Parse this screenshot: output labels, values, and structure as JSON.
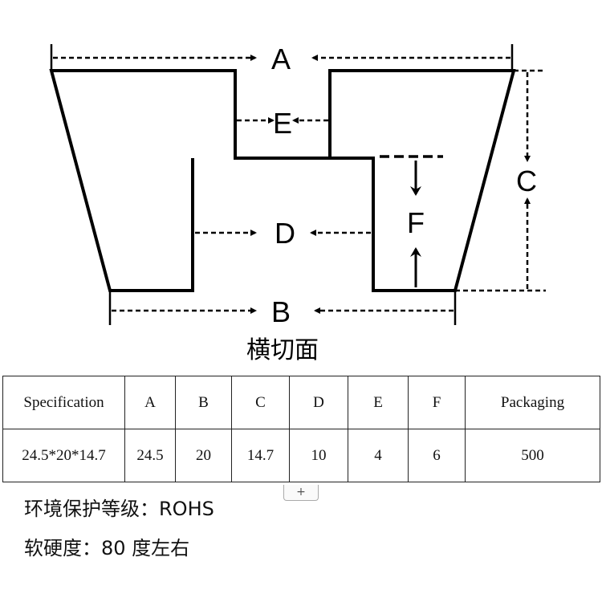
{
  "diagram": {
    "labels": {
      "A": "A",
      "B": "B",
      "C": "C",
      "D": "D",
      "E": "E",
      "F": "F"
    },
    "caption": "横切面"
  },
  "table": {
    "headers": [
      "Specification",
      "A",
      "B",
      "C",
      "D",
      "E",
      "F",
      "Packaging"
    ],
    "rows": [
      [
        "24.5*20*14.7",
        "24.5",
        "20",
        "14.7",
        "10",
        "4",
        "6",
        "500"
      ]
    ]
  },
  "notes": {
    "environment": "环境保护等级：ROHS",
    "hardness": "软硬度：80 度左右"
  },
  "add_button": "+"
}
